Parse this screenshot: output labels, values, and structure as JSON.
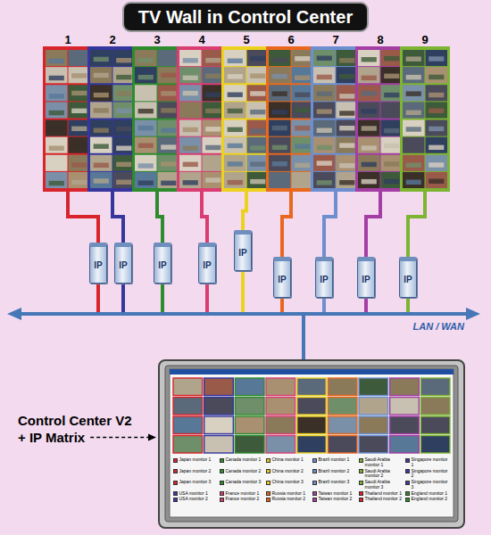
{
  "diagram": {
    "title": "TV Wall in Control Center",
    "nodes": [
      {
        "text": [
          "1"
        ]
      },
      {
        "text": [
          "2"
        ]
      },
      {
        "text": [
          "3"
        ]
      },
      {
        "text": [
          "4"
        ]
      },
      {
        "text": [
          "5"
        ]
      },
      {
        "text": [
          "6"
        ]
      },
      {
        "text": [
          "7"
        ]
      },
      {
        "text": [
          "8"
        ]
      },
      {
        "text": [
          "9"
        ]
      },
      {
        "text": [
          "IP"
        ]
      },
      {
        "text": [
          "IP"
        ]
      },
      {
        "text": [
          "IP"
        ]
      },
      {
        "text": [
          "IP"
        ]
      },
      {
        "text": [
          "IP"
        ]
      },
      {
        "text": [
          "IP"
        ]
      },
      {
        "text": [
          "IP"
        ]
      },
      {
        "text": [
          "IP"
        ]
      },
      {
        "text": [
          "IP"
        ]
      },
      {
        "text": [
          "LAN / WAN"
        ]
      }
    ],
    "edges": [
      {
        "from": 0,
        "to": 9,
        "arrow": "none"
      },
      {
        "from": 1,
        "to": 10,
        "arrow": "none"
      },
      {
        "from": 2,
        "to": 11,
        "arrow": "none"
      },
      {
        "from": 3,
        "to": 12,
        "arrow": "none"
      },
      {
        "from": 4,
        "to": 13,
        "arrow": "none"
      },
      {
        "from": 5,
        "to": 14,
        "arrow": "none"
      },
      {
        "from": 6,
        "to": 15,
        "arrow": "none"
      },
      {
        "from": 7,
        "to": 16,
        "arrow": "none"
      },
      {
        "from": 8,
        "to": 17,
        "arrow": "none"
      },
      {
        "from": 9,
        "to": 18,
        "arrow": "none"
      },
      {
        "from": 10,
        "to": 18,
        "arrow": "none"
      },
      {
        "from": 11,
        "to": 18,
        "arrow": "none"
      },
      {
        "from": 12,
        "to": 18,
        "arrow": "none"
      },
      {
        "from": 13,
        "to": 18,
        "arrow": "none"
      },
      {
        "from": 14,
        "to": 18,
        "arrow": "none"
      },
      {
        "from": 15,
        "to": 18,
        "arrow": "none"
      },
      {
        "from": 16,
        "to": 18,
        "arrow": "none"
      },
      {
        "from": 17,
        "to": 18,
        "arrow": "none"
      }
    ],
    "labels": [
      "Control Center V2 + IP Matrix"
    ],
    "legend": [
      {
        "text": "Japan monitor 1",
        "color": "#d8242a"
      },
      {
        "text": "Japan monitor 2",
        "color": "#d8242a"
      },
      {
        "text": "Japan monitor 3",
        "color": "#d8242a"
      },
      {
        "text": "USA monitor 1",
        "color": "#3a3aa6"
      },
      {
        "text": "USA monitor 2",
        "color": "#3a3aa6"
      },
      {
        "text": "Canada monitor 1",
        "color": "#2e8b2e"
      },
      {
        "text": "Canada monitor 2",
        "color": "#2e8b2e"
      },
      {
        "text": "Canada monitor 3",
        "color": "#2e8b2e"
      },
      {
        "text": "France monitor 1",
        "color": "#d63c6c"
      },
      {
        "text": "France monitor 2",
        "color": "#d63c6c"
      },
      {
        "text": "China monitor 1",
        "color": "#e8c81c"
      },
      {
        "text": "China monitor 2",
        "color": "#e8c81c"
      },
      {
        "text": "China monitor 3",
        "color": "#e8c81c"
      },
      {
        "text": "Russia monitor 1",
        "color": "#e8641c"
      },
      {
        "text": "Russia monitor 2",
        "color": "#e8641c"
      },
      {
        "text": "Brazil monitor 1",
        "color": "#6a8ccc"
      },
      {
        "text": "Brazil monitor 2",
        "color": "#6a8ccc"
      },
      {
        "text": "Brazil monitor 3",
        "color": "#6a8ccc"
      },
      {
        "text": "Taiwan monitor 1",
        "color": "#a040a0"
      },
      {
        "text": "Taiwan monitor 2",
        "color": "#a040a0"
      },
      {
        "text": "Saudi Arabia monitor 1",
        "color": "#7ab030"
      },
      {
        "text": "Saudi Arabia monitor 2",
        "color": "#7ab030"
      },
      {
        "text": "Saudi Arabia monitor 3",
        "color": "#7ab030"
      },
      {
        "text": "Thailand monitor 1",
        "color": "#d8242a"
      },
      {
        "text": "Thailand monitor 2",
        "color": "#d8242a"
      },
      {
        "text": "Singapore monitor 1",
        "color": "#3a3aa6"
      },
      {
        "text": "Singapore monitor 2",
        "color": "#3a3aa6"
      },
      {
        "text": "Singapore monitor 3",
        "color": "#3a3aa6"
      },
      {
        "text": "England monitor 1",
        "color": "#2e8b2e"
      },
      {
        "text": "England monitor 2",
        "color": "#2e8b2e"
      }
    ]
  }
}
